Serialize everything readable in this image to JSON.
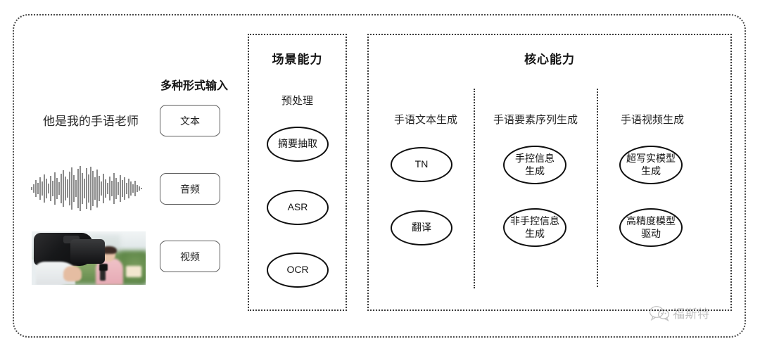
{
  "diagram": {
    "input_section": {
      "heading": "多种形式输入",
      "sample_text": "他是我的手语老师",
      "modality_buttons": [
        {
          "label": "文本",
          "icon": "text-sample"
        },
        {
          "label": "音频",
          "icon": "audio-waveform"
        },
        {
          "label": "视频",
          "icon": "video-thumbnail"
        }
      ]
    },
    "scene_panel": {
      "title": "场景能力",
      "group_label": "预处理",
      "nodes": [
        {
          "label": "摘要抽取"
        },
        {
          "label": "ASR"
        },
        {
          "label": "OCR"
        }
      ]
    },
    "core_panel": {
      "title": "核心能力",
      "columns": [
        {
          "label": "手语文本生成",
          "nodes": [
            {
              "line1": "TN",
              "line2": ""
            },
            {
              "line1": "翻译",
              "line2": ""
            }
          ]
        },
        {
          "label": "手语要素序列生成",
          "nodes": [
            {
              "line1": "手控信息",
              "line2": "生成"
            },
            {
              "line1": "非手控信息",
              "line2": "生成"
            }
          ]
        },
        {
          "label": "手语视频生成",
          "nodes": [
            {
              "line1": "超写实模型",
              "line2": "生成"
            },
            {
              "line1": "高精度模型",
              "line2": "驱动"
            }
          ]
        }
      ]
    },
    "watermark": {
      "icon": "wechat-logo-icon",
      "text": "福斯特"
    },
    "colors": {
      "border": "#3c3c3c",
      "node_outline": "#0f0f0f",
      "text": "#1b1b1b",
      "background": "#ffffff"
    }
  }
}
